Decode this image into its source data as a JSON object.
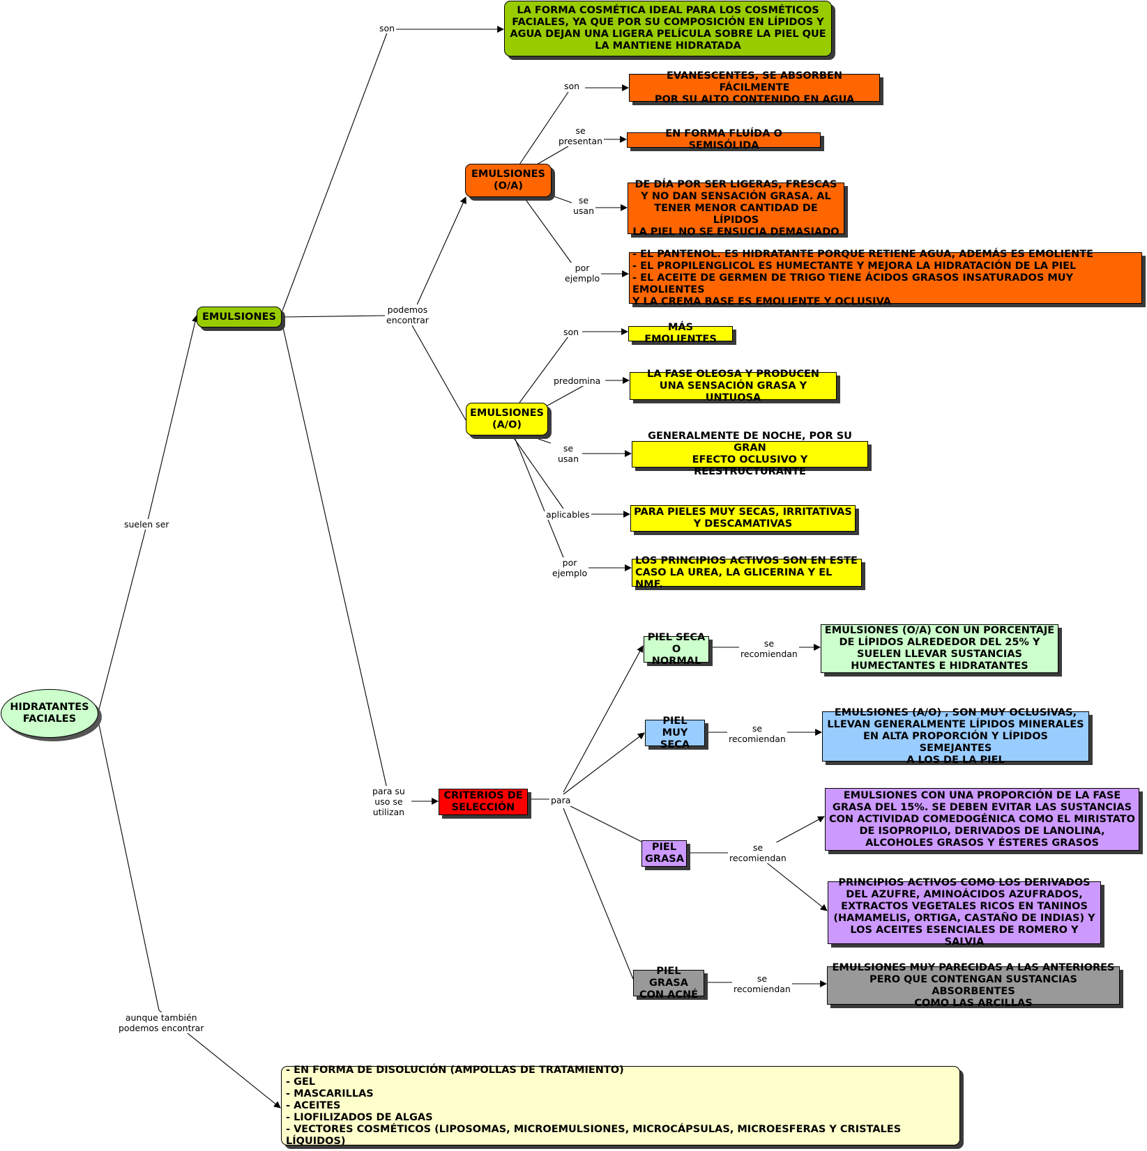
{
  "root": {
    "label": "HIDRATANTES\nFACIALES"
  },
  "emulsiones": {
    "label": "EMULSIONES"
  },
  "ideal": {
    "label": "LA FORMA COSMÉTICA IDEAL PARA LOS COSMÉTICOS\nFACIALES, YA QUE POR SU COMPOSICIÓN EN LÍPIDOS Y\nAGUA DEJAN UNA LIGERA PELÍCULA SOBRE LA PIEL QUE\nLA MANTIENE HIDRATADA"
  },
  "oa": {
    "label": "EMULSIONES\n(O/A)",
    "son": "EVANESCENTES, SE ABSORBEN FÁCILMENTE\nPOR SU ALTO CONTENIDO EN AGUA",
    "presentan": "EN FORMA FLUÍDA O SEMISÓLIDA",
    "usan": "DE DÍA POR SER LIGERAS, FRESCAS\nY NO DAN SENSACIÓN GRASA. AL\nTENER MENOR CANTIDAD DE LÍPIDOS\nLA PIEL NO SE ENSUCIA DEMASIADO",
    "ejemplo": "- EL PANTENOL. ES HIDRATANTE PORQUE RETIENE AGUA, ADEMÁS ES EMOLIENTE\n- EL PROPILENGLICOL ES HUMECTANTE Y MEJORA LA HIDRATACIÓN DE LA PIEL\n- EL ACEITE DE GERMEN DE TRIGO TIENE ÁCIDOS GRASOS INSATURADOS MUY EMOLIENTES\nY LA CREMA BASE ES EMOLIENTE Y OCLUSIVA"
  },
  "ao": {
    "label": "EMULSIONES\n(A/O)",
    "son": "MÁS EMOLIENTES",
    "predomina": "LA FASE OLEOSA Y PRODUCEN\nUNA SENSACIÓN GRASA Y UNTUOSA",
    "usan": "GENERALMENTE DE NOCHE, POR SU GRAN\nEFECTO OCLUSIVO Y REESTRUCTURANTE",
    "aplicables": "PARA PIELES MUY SECAS, IRRITATIVAS\nY DESCAMATIVAS",
    "ejemplo": "LOS PRINCIPIOS ACTIVOS SON EN ESTE\nCASO LA UREA, LA GLICERINA Y EL NMF."
  },
  "criterios": {
    "label": "CRITERIOS DE\nSELECCIÓN"
  },
  "seca": {
    "label": "PIEL SECA\nO NORMAL",
    "rec": "EMULSIONES (O/A) CON UN PORCENTAJE\nDE LÍPIDOS ALREDEDOR DEL 25% Y\nSUELEN LLEVAR SUSTANCIAS\nHUMECTANTES E HIDRATANTES"
  },
  "muyseca": {
    "label": "PIEL MUY\nSECA",
    "rec": "EMULSIONES (A/O) , SON MUY OCLUSIVAS,\nLLEVAN GENERALMENTE LÍPIDOS MINERALES\nEN ALTA PROPORCIÓN Y LÍPIDOS SEMEJANTES\nA LOS DE LA PIEL"
  },
  "grasa": {
    "label": "PIEL\nGRASA",
    "rec1": "EMULSIONES CON UNA PROPORCIÓN DE LA FASE\nGRASA DEL 15%.  SE DEBEN EVITAR LAS SUSTANCIAS\nCON ACTIVIDAD COMEDOGÉNICA COMO EL MIRISTATO\nDE ISOPROPILO, DERIVADOS DE LANOLINA,\nALCOHOLES GRASOS Y ÉSTERES GRASOS",
    "rec2": "PRINCIPIOS ACTIVOS COMO LOS DERIVADOS\nDEL AZUFRE, AMINOÁCIDOS AZUFRADOS,\nEXTRACTOS VEGETALES RICOS EN TANINOS\n(HAMAMELIS, ORTIGA, CASTAÑO DE INDIAS) Y\nLOS ACEITES ESENCIALES DE ROMERO Y SALVIA"
  },
  "acne": {
    "label": "PIEL GRASA\nCON ACNÉ",
    "rec": "EMULSIONES MUY PARECIDAS A LAS ANTERIORES\nPERO QUE CONTENGAN SUSTANCIAS ABSORBENTES\nCOMO LAS ARCILLAS"
  },
  "otras": {
    "label": "- EN FORMA DE DISOLUCIÓN (AMPOLLAS DE TRATAMIENTO)\n- GEL\n- MASCARILLAS\n- ACEITES\n- LIOFILIZADOS DE ALGAS\n- VECTORES COSMÉTICOS (LIPOSOMAS, MICROEMULSIONES, MICROCÁPSULAS, MICROESFERAS Y CRISTALES LÍQUIDOS)"
  },
  "links": {
    "suelen_ser": "suelen ser",
    "aunque": "aunque también\npodemos encontrar",
    "son_ideal": "son",
    "podemos": "podemos\nencontrar",
    "para_su_uso": "para su\nuso se\nutilizan",
    "oa_son": "son",
    "oa_presentan": "se\npresentan",
    "oa_usan": "se\nusan",
    "oa_ejemplo": "por\nejemplo",
    "ao_son": "son",
    "ao_predomina": "predomina",
    "ao_usan": "se\nusan",
    "ao_aplicables": "aplicables",
    "ao_ejemplo": "por\nejemplo",
    "para": "para",
    "seca_rec": "se\nrecomiendan",
    "muyseca_rec": "se\nrecomiendan",
    "grasa_rec": "se\nrecomiendan",
    "acne_rec": "se\nrecomiendan"
  },
  "colors": {
    "green": "#99cc00",
    "orange": "#ff6600",
    "yellow": "#ffff00",
    "red": "#ff0000",
    "mint": "#ccffcc",
    "blue": "#99ccff",
    "purple": "#cc99ff",
    "gray": "#999999",
    "cream": "#ffffcc",
    "root": "#ccffcc"
  }
}
